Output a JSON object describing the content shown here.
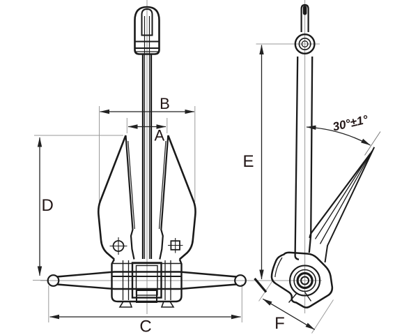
{
  "figure": {
    "type": "technical-drawing",
    "subject": "danforth-anchor-two-view-dimension-drawing",
    "background_color": "#ffffff",
    "outline_color": "#1a1a1a",
    "centerline_color": "#9a9a9a",
    "dimension_color": "#222222",
    "label_color": "#221616"
  },
  "views": {
    "front": {
      "dimension_labels": [
        "A",
        "B",
        "C",
        "D"
      ]
    },
    "side": {
      "dimension_labels": [
        "E",
        "F"
      ],
      "angle_label": "30°±1°"
    }
  },
  "labels": {
    "A": "A",
    "B": "B",
    "C": "C",
    "D": "D",
    "E": "E",
    "F": "F",
    "angle": "30°±1°"
  }
}
